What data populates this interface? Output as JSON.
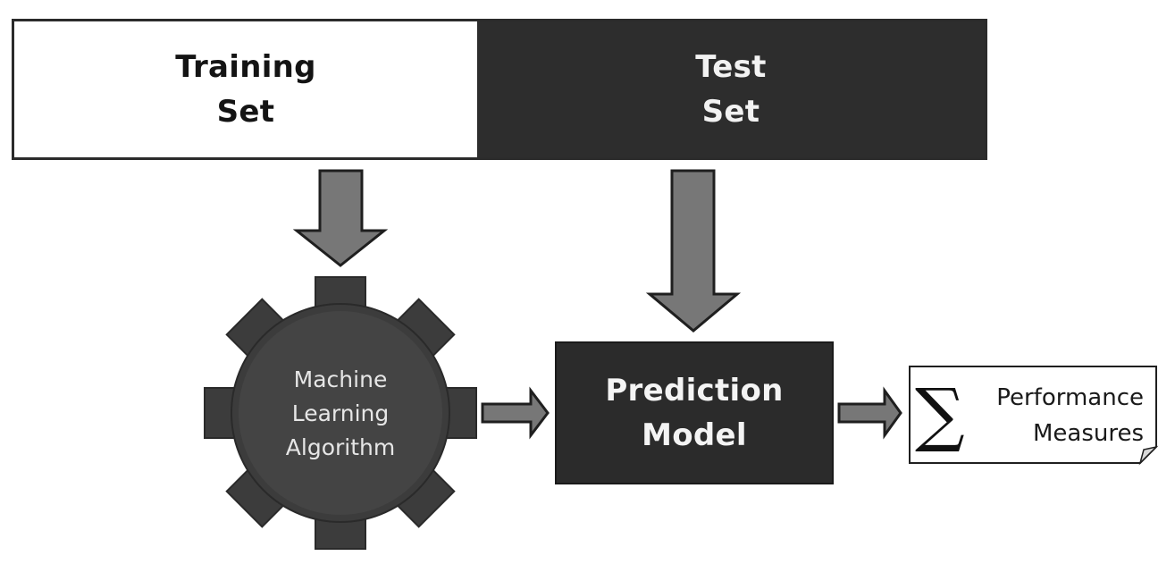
{
  "training_set": {
    "line1": "Training",
    "line2": "Set"
  },
  "test_set": {
    "line1": "Test",
    "line2": "Set"
  },
  "gear": {
    "line1": "Machine",
    "line2": "Learning",
    "line3": "Algorithm"
  },
  "prediction_model": {
    "line1": "Prediction",
    "line2": "Model"
  },
  "performance": {
    "symbol": "∑",
    "line1": "Performance",
    "line2": "Measures"
  },
  "colors": {
    "dark_fill": "#2d2d2d",
    "arrow_fill": "#777777",
    "gear_fill": "#3c3c3c",
    "outline": "#1f1f1f"
  }
}
